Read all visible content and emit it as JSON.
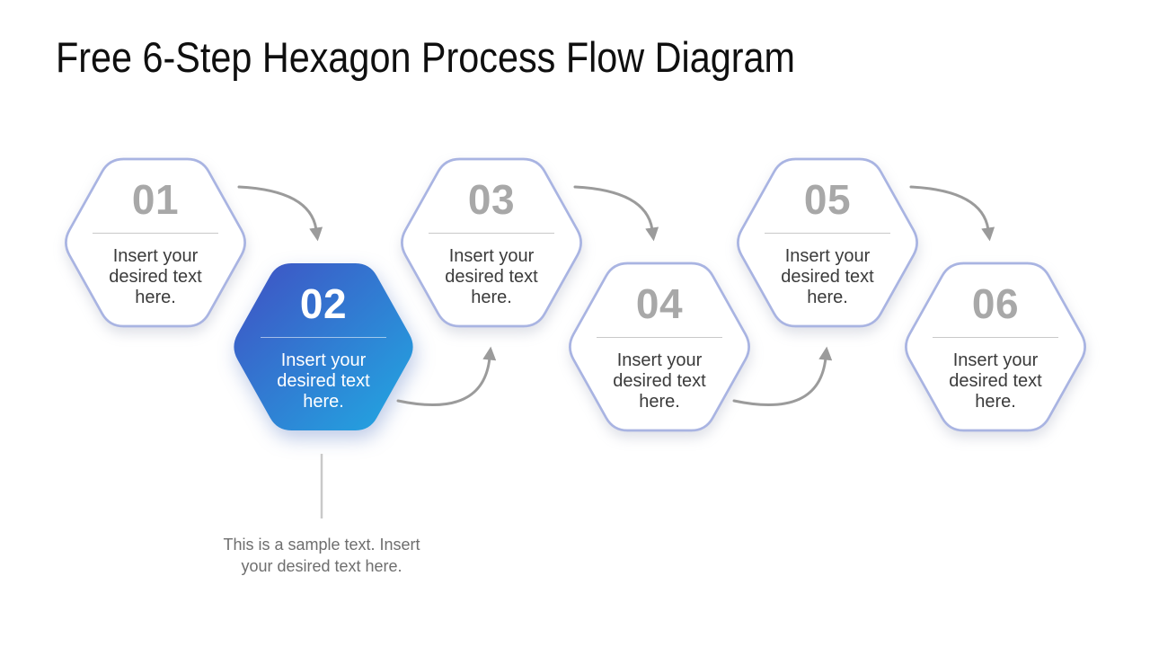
{
  "title": "Free 6-Step Hexagon Process Flow Diagram",
  "steps": [
    {
      "number": "01",
      "text": "Insert your desired text here.",
      "highlighted": false
    },
    {
      "number": "02",
      "text": "Insert your desired text here.",
      "highlighted": true
    },
    {
      "number": "03",
      "text": "Insert your desired text here.",
      "highlighted": false
    },
    {
      "number": "04",
      "text": "Insert your desired text here.",
      "highlighted": false
    },
    {
      "number": "05",
      "text": "Insert your desired text here.",
      "highlighted": false
    },
    {
      "number": "06",
      "text": "Insert your desired text here.",
      "highlighted": false
    }
  ],
  "callout": {
    "attached_to_step": "02",
    "text": "This is a sample text. Insert your desired text here."
  },
  "colors": {
    "gradient_start": "#4050c3",
    "gradient_end": "#21a9e2",
    "hexagon_border": "#a9b4e2",
    "number_gray": "#a8a8a8",
    "body_text": "#3b3b3b",
    "arrow_gray": "#9b9b9b",
    "divider_gray": "#c9c9c9",
    "caption_gray": "#6e6e6e"
  }
}
